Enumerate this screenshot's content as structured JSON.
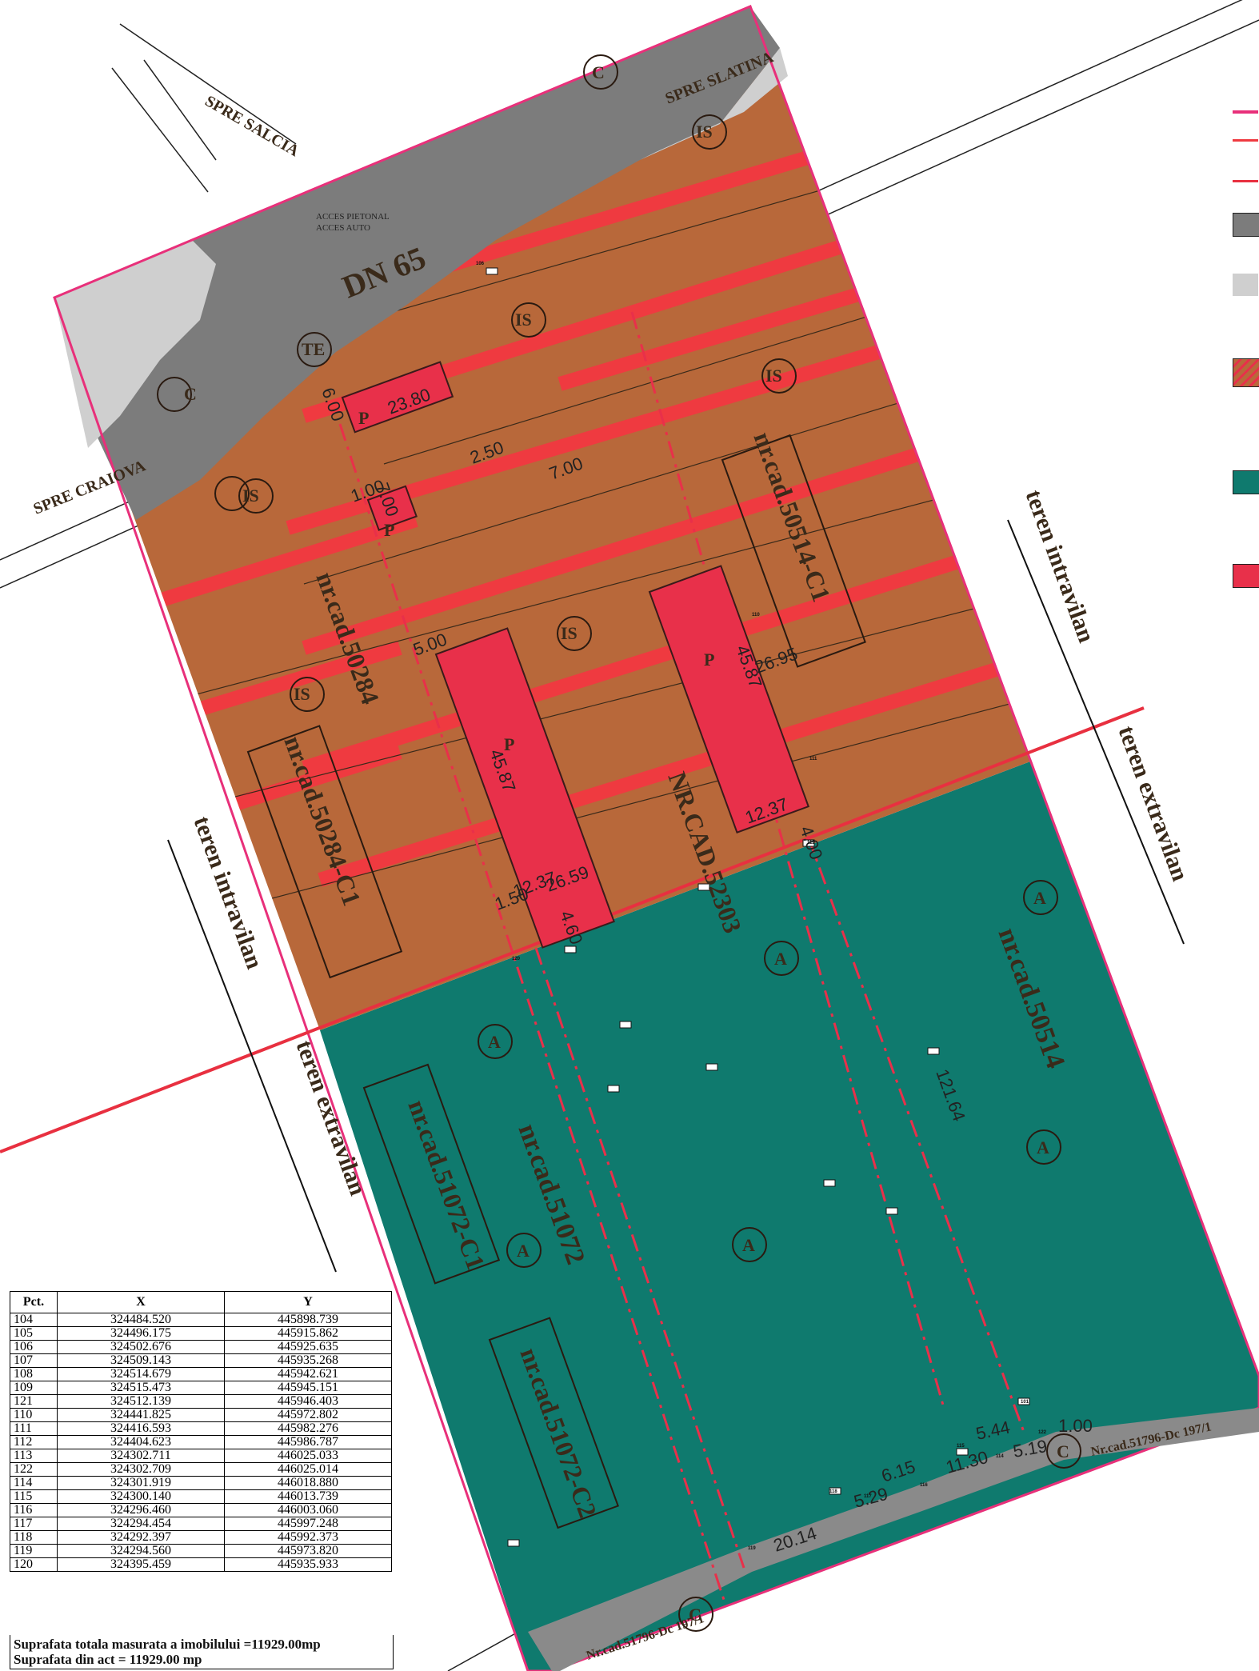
{
  "colors": {
    "intravilan_brown": "#b8683a",
    "agricultural_teal": "#0f7a6e",
    "road_gray": "#7c7c7c",
    "light_gray": "#cfcfcf",
    "parking_red": "#e8304a",
    "boundary_pink": "#e8307a",
    "stripe_red": "#ef3a40"
  },
  "map": {
    "road_labels": [
      "DN 65",
      "SPRE SLATINA",
      "SPRE SALCIA",
      "SPRE CRAIOVA"
    ],
    "access_labels": [
      "ACCES PIETONAL",
      "ACCES AUTO"
    ],
    "zones": {
      "is": "IS",
      "a": "A",
      "c": "C",
      "te": "TE",
      "p": "P"
    },
    "zone_note": {
      "intravilan": "teren intravilan",
      "extravilan": "teren extravilan"
    },
    "cadastral": {
      "c50284": "nr.cad.50284",
      "c50284c1": "nr.cad.50284-C1",
      "c50514c1": "nr.cad.50514-C1",
      "c52303": "NR.CAD.52303",
      "c50514": "nr.cad.50514",
      "c51072": "nr.cad.51072",
      "c51072c1": "nr.cad.51072-C1",
      "c51072c2": "nr.cad.51072-C2",
      "dc_right": "Nr.cad.51796-Dc 197/1",
      "dc_bottom": "Nr.cad.51796-Dc 197/1"
    },
    "dimensions": {
      "d2380": "23.80",
      "d4587a": "45.87",
      "d4587b": "45.87",
      "d2659": "26.59",
      "d1237a": "12.37",
      "d1237b": "12.37",
      "d12164": "121.64",
      "d1000": "1.00",
      "d615": "6.15",
      "d544": "5.44",
      "d2014": "20.14",
      "d700a": "7.00",
      "d700b": "7.00",
      "d500": "5.00",
      "d250": "2.50",
      "d150": "1.50",
      "d400": "4.00",
      "d1130": "11.30",
      "d519": "5.19",
      "d529": "5.29",
      "d2695": "26.95",
      "d1100": "1.00",
      "d600": "6.00",
      "d460": "4.60"
    },
    "point_labels": {
      "p106": "106",
      "p110": "110",
      "p112": "112",
      "p120": "120",
      "p101": "101",
      "p115": "115",
      "p116": "116",
      "p117": "117",
      "p118": "118",
      "p119": "119",
      "p122": "122",
      "p114": "114",
      "p111": "111"
    }
  },
  "coords_table": {
    "headers": [
      "Pct.",
      "X",
      "Y"
    ],
    "rows": [
      [
        "104",
        "324484.520",
        "445898.739"
      ],
      [
        "105",
        "324496.175",
        "445915.862"
      ],
      [
        "106",
        "324502.676",
        "445925.635"
      ],
      [
        "107",
        "324509.143",
        "445935.268"
      ],
      [
        "108",
        "324514.679",
        "445942.621"
      ],
      [
        "109",
        "324515.473",
        "445945.151"
      ],
      [
        "121",
        "324512.139",
        "445946.403"
      ],
      [
        "110",
        "324441.825",
        "445972.802"
      ],
      [
        "111",
        "324416.593",
        "445982.276"
      ],
      [
        "112",
        "324404.623",
        "445986.787"
      ],
      [
        "113",
        "324302.711",
        "446025.033"
      ],
      [
        "122",
        "324302.709",
        "446025.014"
      ],
      [
        "114",
        "324301.919",
        "446018.880"
      ],
      [
        "115",
        "324300.140",
        "446013.739"
      ],
      [
        "116",
        "324296.460",
        "446003.060"
      ],
      [
        "117",
        "324294.454",
        "445997.248"
      ],
      [
        "118",
        "324292.397",
        "445992.373"
      ],
      [
        "119",
        "324294.560",
        "445973.820"
      ],
      [
        "120",
        "324395.459",
        "445935.933"
      ]
    ]
  },
  "area_notes": {
    "measured": "Suprafata totala masurata a imobilului =11929.00mp",
    "deed": "Suprafata din act = 11929.00 mp"
  }
}
